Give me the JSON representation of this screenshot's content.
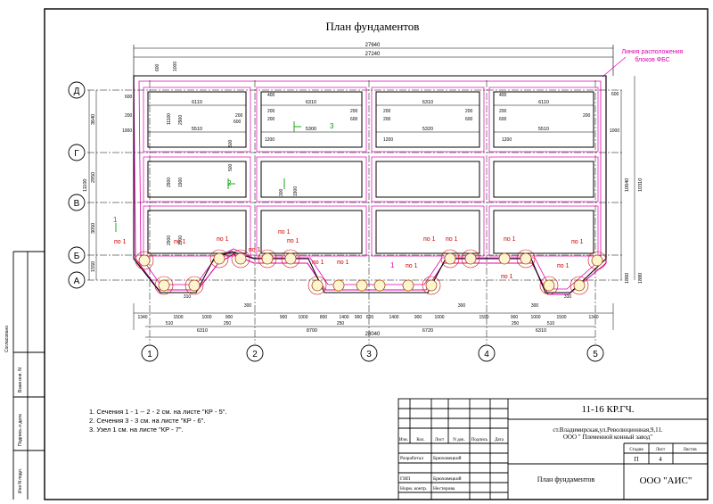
{
  "title": "План фундаментов",
  "overall_dims": {
    "outer": "27640",
    "inner": "27240",
    "bottom": "28040"
  },
  "fbs_note": {
    "line1": "Линия расположения",
    "line2": "блоков ФБС"
  },
  "rows": [
    "Д",
    "Г",
    "В",
    "Б",
    "А"
  ],
  "cols": [
    "1",
    "2",
    "3",
    "4",
    "5"
  ],
  "left_dims": [
    "3640",
    "2950",
    "3050",
    "1550",
    "11100",
    "1000",
    "600",
    "800"
  ],
  "right_dims": [
    "10640",
    "10310",
    "1860",
    "1880"
  ],
  "bay_dims": [
    "6310",
    "8700",
    "6720",
    "6310"
  ],
  "top_inner": [
    "6110",
    "6310",
    "6310",
    "6110"
  ],
  "mid_inner": [
    "5510",
    "5300",
    "5320",
    "5510"
  ],
  "small_dims": [
    "200",
    "600",
    "400",
    "1200",
    "300",
    "1900",
    "2900",
    "500"
  ],
  "bottom_chain": [
    "1340",
    "1500",
    "1000",
    "900",
    "900",
    "1000",
    "800",
    "1400",
    "900",
    "600",
    "1400",
    "900",
    "1000",
    "1590",
    "900",
    "1000",
    "1500",
    "1340"
  ],
  "bottom_small": [
    "510",
    "310",
    "250",
    "300",
    "310",
    "250"
  ],
  "po1": "по 1",
  "section_marks": [
    "1",
    "1",
    "2",
    "2",
    "3",
    "3"
  ],
  "notes": [
    "1. Сечения 1 - 1 -- 2 - 2 см. на листе \"КР - 5\".",
    "2. Сечения 3 - 3 см. на листе \"КР - 6\".",
    "3. Узел 1 см. на листе \"КР - 7\"."
  ],
  "side_labels": [
    "Согласовано",
    "Взам инв. N",
    "Подпись и дата",
    "Инв N подл."
  ],
  "stamp": {
    "code": "11-16 КР.ГЧ.",
    "address": "ст.Владимирская,ул.Революционная,9,11.",
    "company_line": "ООО \" Племенной конный завод\"",
    "headers": [
      "Изм.",
      "Кол.",
      "Лист",
      "N док.",
      "Подпись",
      "Дата"
    ],
    "roles": [
      {
        "role": "Разработал",
        "name": "Брюховецкий"
      },
      {
        "role": "ГИП",
        "name": "Брюховецкий"
      },
      {
        "role": "Норм. контр.",
        "name": "Нестерова"
      }
    ],
    "stage_label": "Стадия",
    "sheet_label": "Лист",
    "sheets_label": "Листов",
    "stage": "П",
    "sheet": "4",
    "drawing_name": "План фундаментов",
    "org": "ООО \"АИС\""
  }
}
